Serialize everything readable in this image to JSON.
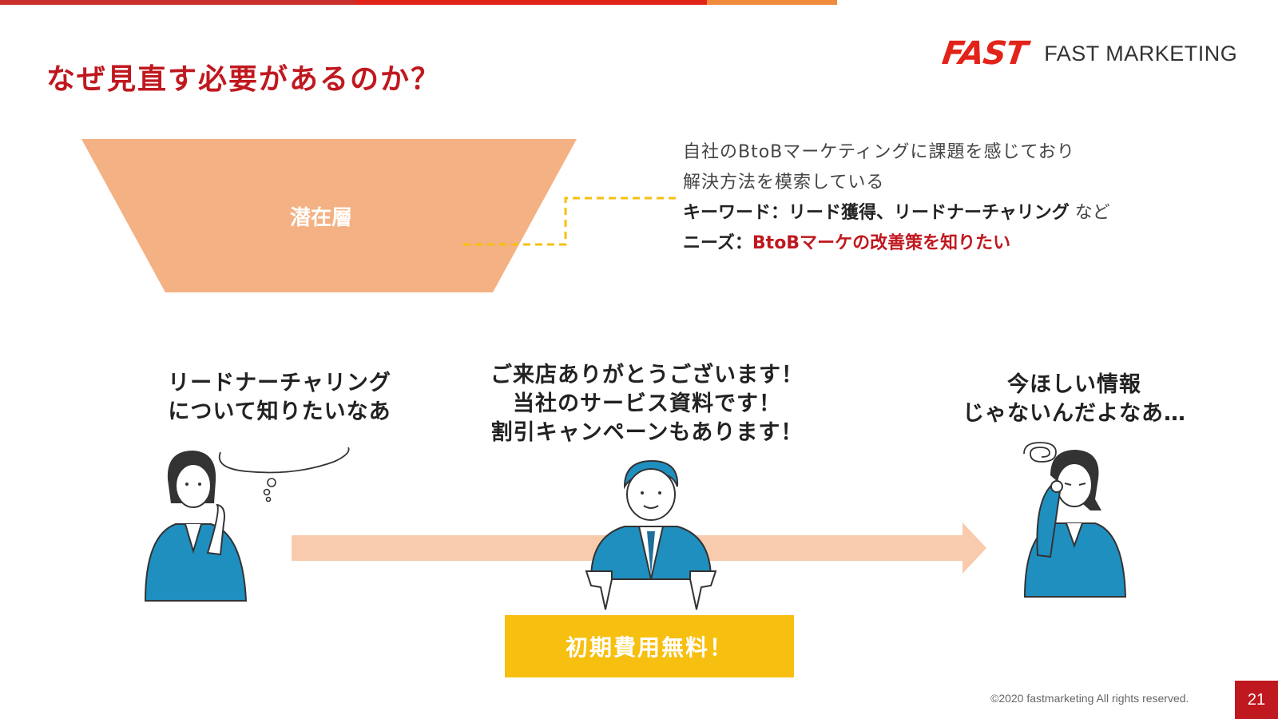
{
  "slide": {
    "title": "なぜ見直す必要があるのか？",
    "page_number": "21",
    "copyright": "©2020 fastmarketing All rights reserved."
  },
  "logo": {
    "mark": "FAST",
    "name": "FAST MARKETING"
  },
  "funnel": {
    "label": "潜在層"
  },
  "description": {
    "line1": "自社のBtoBマーケティングに課題を感じており",
    "line2": "解決方法を模索している",
    "keywords_prefix": "キーワード：",
    "keywords": "リード獲得、リードナーチャリング",
    "keywords_suffix": " など",
    "needs_prefix": "ニーズ：",
    "needs": "BtoBマーケの改善策を知りたい"
  },
  "scene": {
    "customer_before": [
      "リードナーチャリング",
      "について知りたいなあ"
    ],
    "salesperson": [
      "ご来店ありがとうございます！",
      "当社のサービス資料です！",
      "割引キャンペーンもあります！"
    ],
    "customer_after": [
      "今ほしい情報",
      "じゃないんだよなあ…"
    ],
    "cta_label": "初期費用無料！"
  },
  "colors": {
    "accent_red": "#c0181f",
    "funnel": "#f4b183",
    "arrow": "#f8cbad",
    "cta": "#f7bf0f",
    "connector": "#f7bf0f",
    "suit": "#1f8fc0"
  }
}
